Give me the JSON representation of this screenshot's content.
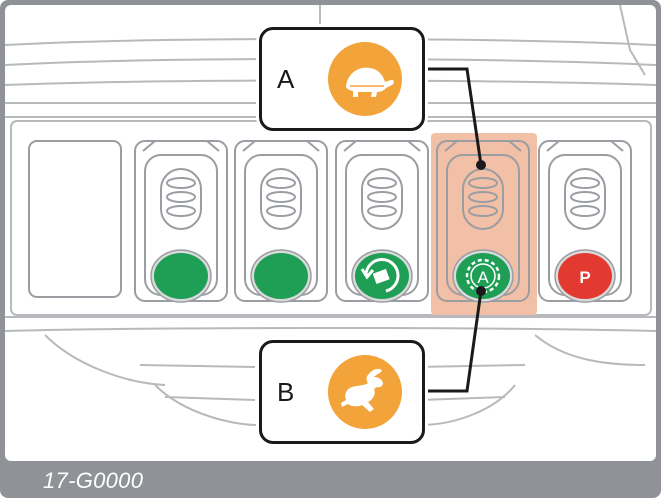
{
  "figure_code": "17-G0000",
  "callouts": [
    {
      "letter": "A",
      "icon": "turtle-icon",
      "meaning_color": "#f2a33a"
    },
    {
      "letter": "B",
      "icon": "rabbit-icon",
      "meaning_color": "#f2a33a"
    }
  ],
  "switches": [
    {
      "id": 1,
      "button": "green",
      "symbol": "",
      "icon": ""
    },
    {
      "id": 2,
      "button": "green",
      "symbol": "",
      "icon": ""
    },
    {
      "id": 3,
      "button": "green",
      "symbol": "",
      "icon": "rotation-icon"
    },
    {
      "id": 4,
      "button": "green",
      "symbol": "A",
      "icon": "auto-gear-icon",
      "highlighted": true
    },
    {
      "id": 5,
      "button": "red",
      "symbol": "P",
      "icon": "parking-icon"
    }
  ],
  "colors": {
    "green_button": "#1f9e55",
    "red_button": "#e23a30",
    "highlight": "#f2c0a6",
    "callout_orange": "#f2a33a",
    "frame_gray": "#8f9297"
  }
}
